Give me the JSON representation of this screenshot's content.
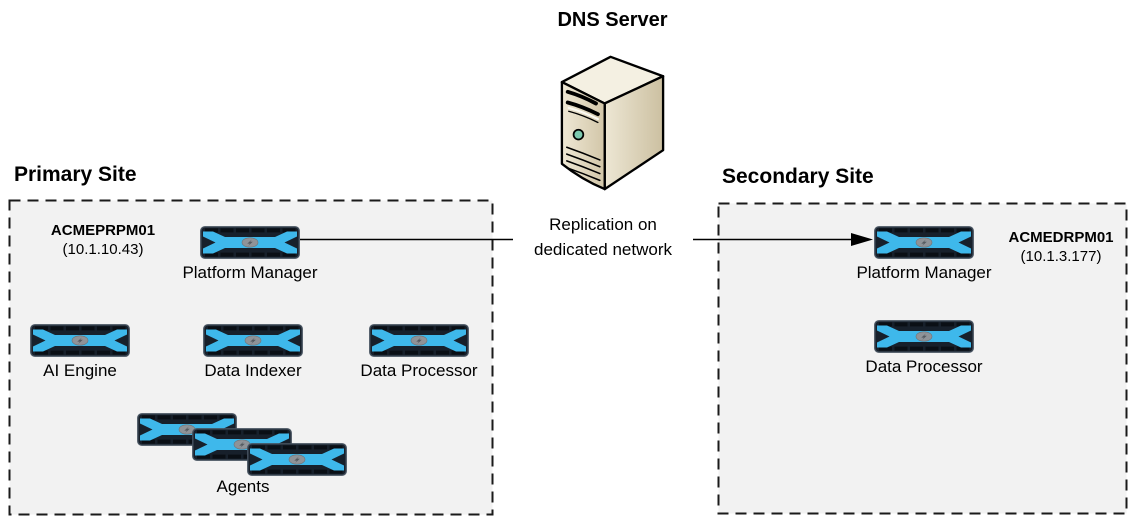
{
  "dns": {
    "label": "DNS Server"
  },
  "connector": {
    "line1": "Replication on",
    "line2": "dedicated network"
  },
  "primary": {
    "title": "Primary Site",
    "host": "ACMEPRPM01",
    "ip": "(10.1.10.43)",
    "nodes": {
      "platform_manager": "Platform Manager",
      "ai_engine": "AI Engine",
      "data_indexer": "Data Indexer",
      "data_processor": "Data Processor",
      "agents": "Agents"
    }
  },
  "secondary": {
    "title": "Secondary Site",
    "host": "ACMEDRPM01",
    "ip": "(10.1.3.177)",
    "nodes": {
      "platform_manager": "Platform Manager",
      "data_processor": "Data Processor"
    }
  },
  "colors": {
    "appliance_blue": "#3EB8EB",
    "appliance_dark": "#17202B",
    "site_box_fill": "#F2F2F2",
    "site_box_border": "#1A1A1A",
    "server_beige": "#DED3B8",
    "led_green": "#7CC9AF"
  }
}
